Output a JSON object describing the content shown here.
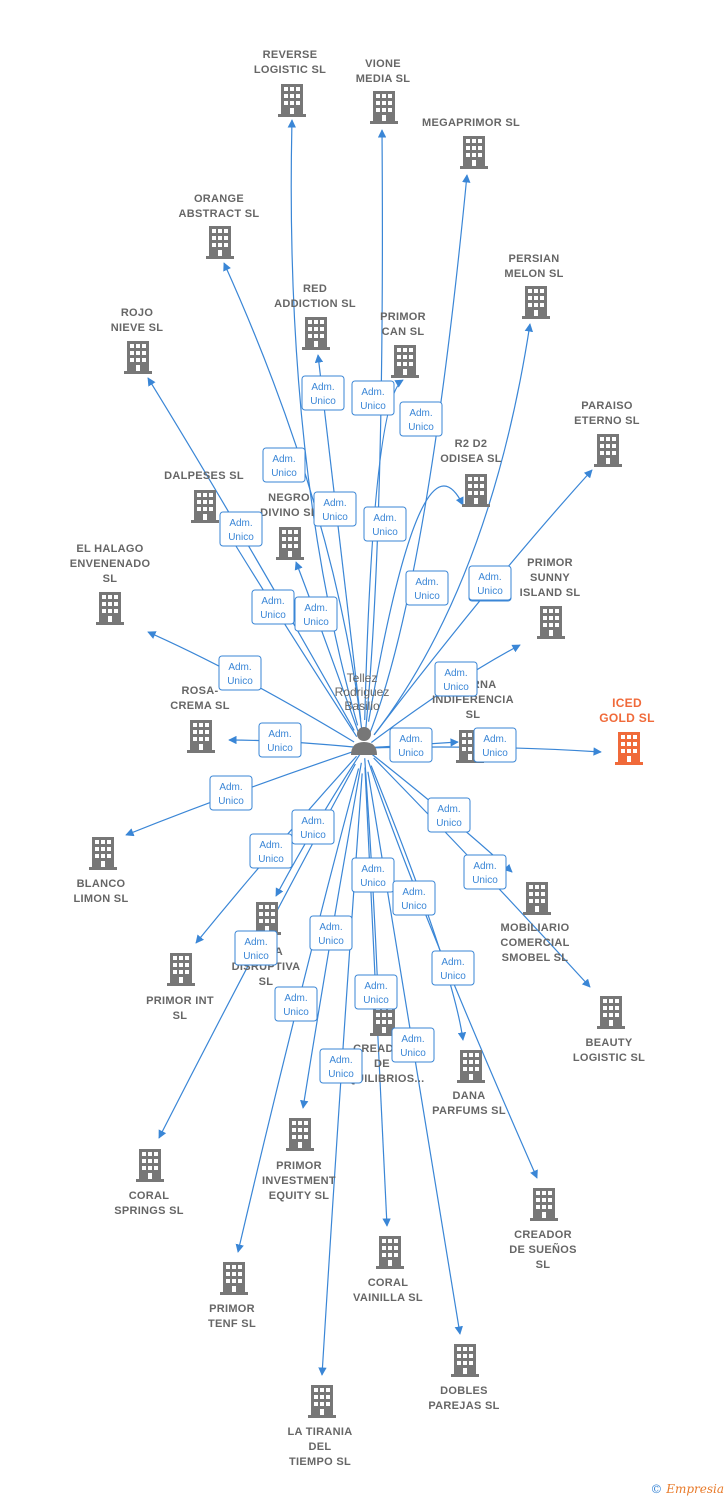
{
  "center": {
    "label": [
      "Tellez",
      "Rodriguez",
      "Basilio"
    ],
    "icon": "person-icon"
  },
  "badge_text": [
    "Adm.",
    "Unico"
  ],
  "colors": {
    "edge": "#3a86d6",
    "node": "#777777",
    "highlight": "#f06a3a"
  },
  "companies": [
    {
      "id": "reverse-logistic",
      "label": [
        "REVERSE",
        "LOGISTIC  SL"
      ]
    },
    {
      "id": "vione-media",
      "label": [
        "VIONE",
        "MEDIA  SL"
      ]
    },
    {
      "id": "megaprimor",
      "label": [
        "MEGAPRIMOR SL"
      ]
    },
    {
      "id": "orange-abstract",
      "label": [
        "ORANGE",
        "ABSTRACT  SL"
      ]
    },
    {
      "id": "persian-melon",
      "label": [
        "PERSIAN",
        "MELON SL"
      ]
    },
    {
      "id": "red-addiction",
      "label": [
        "RED",
        "ADDICTION  SL"
      ]
    },
    {
      "id": "rojo-nieve",
      "label": [
        "ROJO",
        "NIEVE SL"
      ]
    },
    {
      "id": "primor-can",
      "label": [
        "PRIMOR",
        "CAN  SL"
      ]
    },
    {
      "id": "paraiso-eterno",
      "label": [
        "PARAISO",
        "ETERNO  SL"
      ]
    },
    {
      "id": "r2-d2-odisea",
      "label": [
        "R2 D2",
        "ODISEA  SL"
      ]
    },
    {
      "id": "dalpeses",
      "label": [
        "DALPESES SL"
      ]
    },
    {
      "id": "negro-divino",
      "label": [
        "NEGRO",
        "DIVINO SL"
      ]
    },
    {
      "id": "el-halago-envenenado",
      "label": [
        "EL HALAGO",
        "ENVENENADO",
        "SL"
      ]
    },
    {
      "id": "primor-sunny-island",
      "label": [
        "PRIMOR",
        "SUNNY",
        "ISLAND  SL"
      ]
    },
    {
      "id": "rosa-crema",
      "label": [
        "ROSA-",
        "CREMA SL"
      ]
    },
    {
      "id": "eterna-indiferencia",
      "label": [
        "ETERNA",
        "INDIFERENCIA",
        "SL"
      ]
    },
    {
      "id": "iced-gold",
      "label": [
        "ICED",
        "GOLD  SL"
      ],
      "highlight": true
    },
    {
      "id": "blanco-limon",
      "label": [
        "BLANCO",
        "LIMON SL"
      ]
    },
    {
      "id": "mobiliario-comercial-smobel",
      "label": [
        "MOBILIARIO",
        "COMERCIAL",
        "SMOBEL  SL"
      ]
    },
    {
      "id": "pieza-disruptiva",
      "label": [
        "PIEZA",
        "DISRUPTIVA",
        "SL"
      ]
    },
    {
      "id": "primor-int",
      "label": [
        "PRIMOR INT",
        "SL"
      ]
    },
    {
      "id": "beauty-logistic",
      "label": [
        "BEAUTY",
        "LOGISTIC  SL"
      ]
    },
    {
      "id": "creador-de-equilibrios",
      "label": [
        "CREADOR",
        "DE",
        "EQUILIBRIOS..."
      ]
    },
    {
      "id": "dana-parfums",
      "label": [
        "DANA",
        "PARFUMS  SL"
      ]
    },
    {
      "id": "coral-springs",
      "label": [
        "CORAL",
        "SPRINGS SL"
      ]
    },
    {
      "id": "primor-investment-equity",
      "label": [
        "PRIMOR",
        "INVESTMENT",
        "EQUITY  SL"
      ]
    },
    {
      "id": "creador-de-suenos",
      "label": [
        "CREADOR",
        "DE SUEÑOS",
        "SL"
      ]
    },
    {
      "id": "coral-vainilla",
      "label": [
        "CORAL",
        "VAINILLA SL"
      ]
    },
    {
      "id": "primor-tenf",
      "label": [
        "PRIMOR",
        "TENF  SL"
      ]
    },
    {
      "id": "dobles-parejas",
      "label": [
        "DOBLES",
        "PAREJAS SL"
      ]
    },
    {
      "id": "la-tirania-del-tiempo",
      "label": [
        "LA TIRANIA",
        "DEL",
        "TIEMPO  SL"
      ]
    }
  ],
  "footer": {
    "copyright": "©",
    "brand": "Empresia"
  }
}
